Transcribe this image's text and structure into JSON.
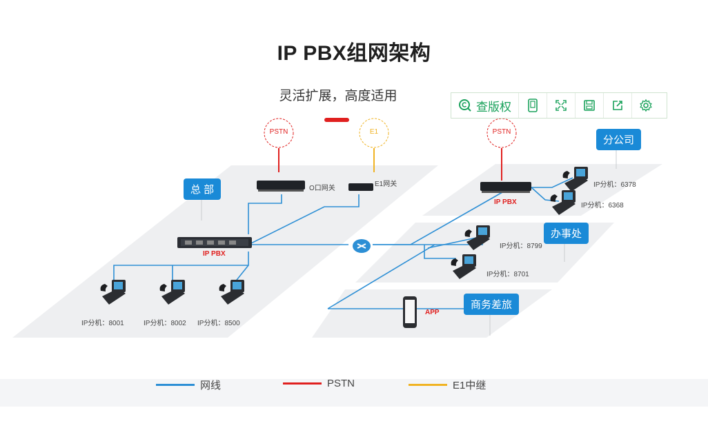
{
  "title": "IP PBX组网架构",
  "subtitle": "灵活扩展，高度适用",
  "toolbar": {
    "search_label": "查版权",
    "icons": [
      "copyright-search-icon",
      "phone-view-icon",
      "fullscreen-icon",
      "save-icon",
      "share-icon",
      "settings-icon"
    ]
  },
  "tags": {
    "hq": "总 部",
    "branch": "分公司",
    "office": "办事处",
    "travel": "商务差旅"
  },
  "trunks": {
    "pstn_left": "PSTN",
    "e1": "E1",
    "pstn_right": "PSTN"
  },
  "devices": {
    "o_gateway": "O口网关",
    "e1_gateway": "E1网关",
    "ippbx_hq": "IP PBX",
    "ippbx_branch": "IP PBX",
    "app": "APP"
  },
  "extensions": {
    "hq": [
      "IP分机：8001",
      "IP分机：8002",
      "IP分机：8500"
    ],
    "branch": [
      "IP分机：6378",
      "IP分机：6368"
    ],
    "office": [
      "IP分机：8799",
      "IP分机：8701"
    ]
  },
  "legend": [
    {
      "label": "网线",
      "color": "#2d8fd5"
    },
    {
      "label": "PSTN",
      "color": "#e0201f"
    },
    {
      "label": "E1中继",
      "color": "#f0b323"
    }
  ],
  "colors": {
    "net": "#2d8fd5",
    "pstn": "#e0201f",
    "e1": "#f0b323",
    "accent": "#1aa25b",
    "tag": "#1a8ad7"
  }
}
